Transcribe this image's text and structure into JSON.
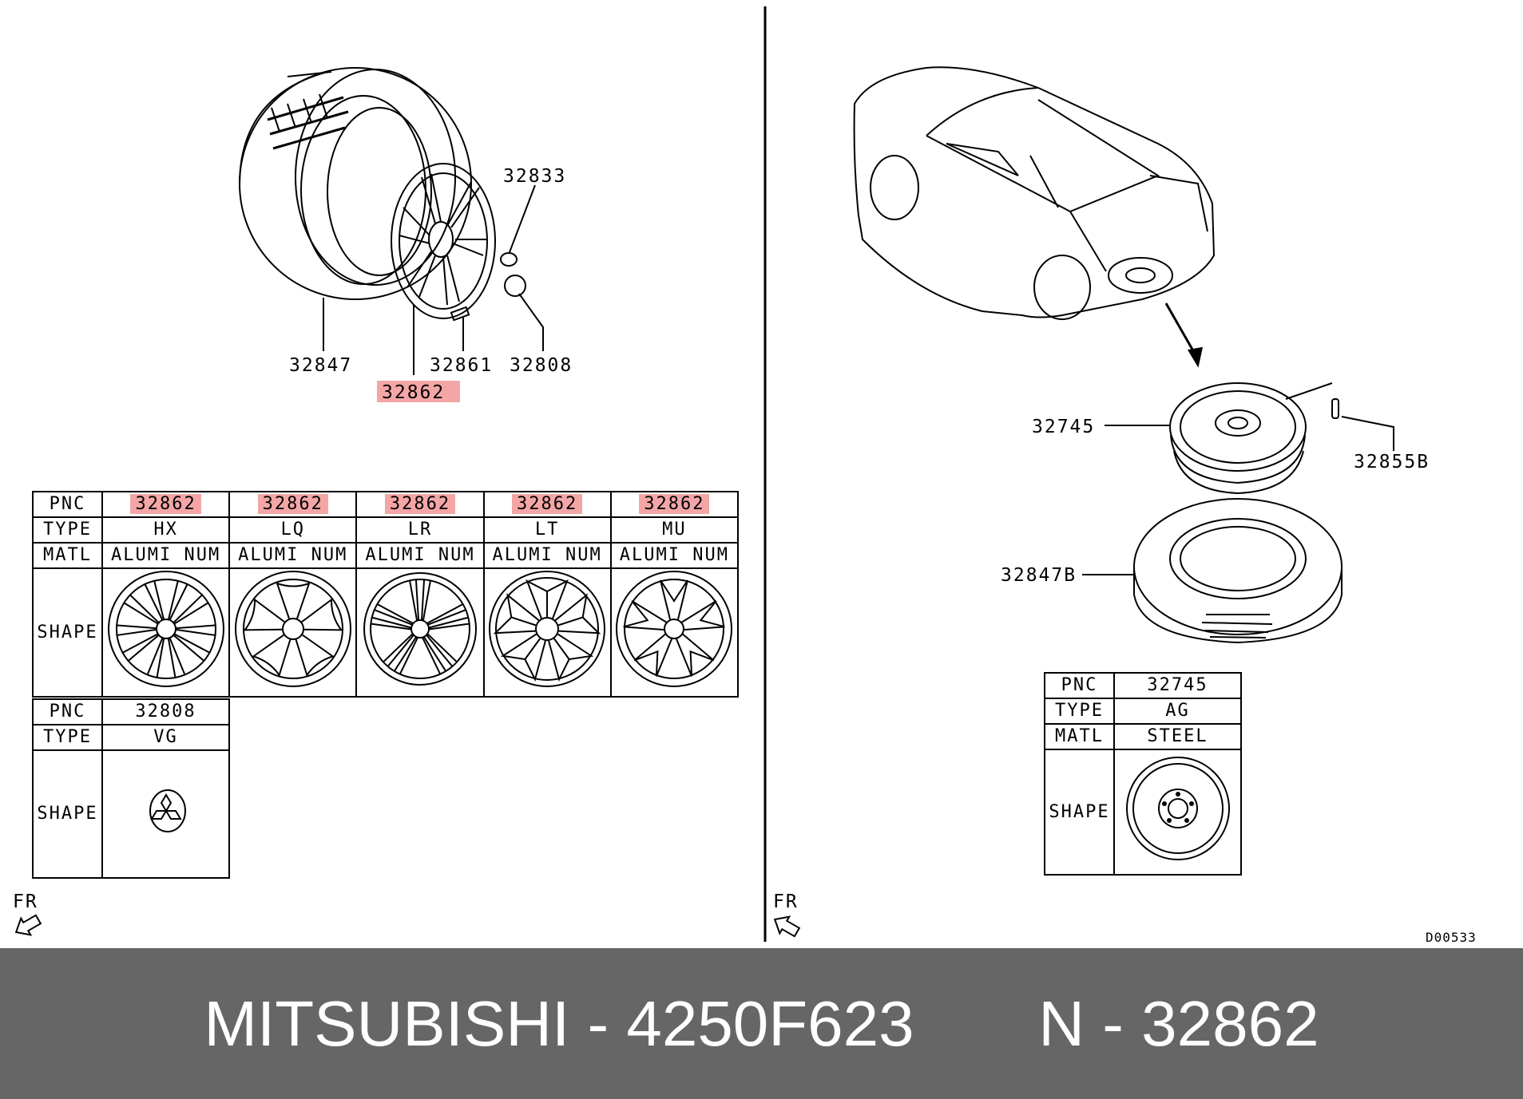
{
  "callouts": {
    "left": {
      "p32833": "32833",
      "p32847": "32847",
      "p32861": "32861",
      "p32808": "32808",
      "p32862": "32862"
    },
    "right": {
      "p32745": "32745",
      "p32855b": "32855B",
      "p32847b": "32847B"
    }
  },
  "front_marker": "FR",
  "diagram_code": "D00533",
  "wheel_table": {
    "row_labels": {
      "pnc": "PNC",
      "type": "TYPE",
      "matl": "MATL",
      "shape": "SHAPE"
    },
    "columns": [
      {
        "pnc": "32862",
        "type": "HX",
        "matl": "ALUMI NUM",
        "icon": "wheel-hx-icon"
      },
      {
        "pnc": "32862",
        "type": "LQ",
        "matl": "ALUMI NUM",
        "icon": "wheel-lq-icon"
      },
      {
        "pnc": "32862",
        "type": "LR",
        "matl": "ALUMI NUM",
        "icon": "wheel-lr-icon"
      },
      {
        "pnc": "32862",
        "type": "LT",
        "matl": "ALUMI NUM",
        "icon": "wheel-lt-icon"
      },
      {
        "pnc": "32862",
        "type": "MU",
        "matl": "ALUMI NUM",
        "icon": "wheel-mu-icon"
      }
    ]
  },
  "ornament_table": {
    "row_labels": {
      "pnc": "PNC",
      "type": "TYPE",
      "shape": "SHAPE"
    },
    "pnc": "32808",
    "type": "VG",
    "icon": "mitsubishi-emblem-icon"
  },
  "spare_table": {
    "row_labels": {
      "pnc": "PNC",
      "type": "TYPE",
      "matl": "MATL",
      "shape": "SHAPE"
    },
    "pnc": "32745",
    "type": "AG",
    "matl": "STEEL",
    "icon": "steel-spare-wheel-icon"
  },
  "footer": {
    "brand": "MITSUBISHI",
    "separator": "-",
    "catalog_code": "4250F623",
    "number_prefix": "N",
    "part_number": "32862"
  },
  "colors": {
    "highlight": "#f4a6a6",
    "footer_background": "#666666",
    "footer_text": "#ffffff",
    "line": "#000000"
  }
}
